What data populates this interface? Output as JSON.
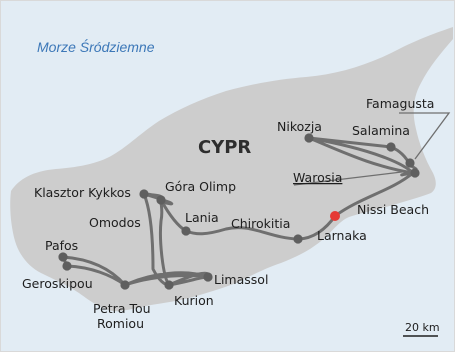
{
  "map": {
    "sea_label": "Morze Śródziemne",
    "country_label": "CYPR",
    "scale_label": "20 km",
    "colors": {
      "sea": "#e2ecf4",
      "land": "#cdcdcd",
      "route": "#6f6f6f",
      "stop": "#5f5f5f",
      "start": "#e53935",
      "sea_text": "#3d78b8"
    },
    "places": [
      {
        "id": "nikozja",
        "label": "Nikozja"
      },
      {
        "id": "famagusta",
        "label": "Famagusta"
      },
      {
        "id": "salamina",
        "label": "Salamina"
      },
      {
        "id": "warosia",
        "label": "Warosia"
      },
      {
        "id": "nissi",
        "label": "Nissi Beach"
      },
      {
        "id": "larnaka",
        "label": "Larnaka"
      },
      {
        "id": "chirokitia",
        "label": "Chirokitia"
      },
      {
        "id": "kykkos",
        "label": "Klasztor Kykkos"
      },
      {
        "id": "olimp",
        "label": "Góra Olimp"
      },
      {
        "id": "lania",
        "label": "Lania"
      },
      {
        "id": "omodos",
        "label": "Omodos"
      },
      {
        "id": "pafos",
        "label": "Pafos"
      },
      {
        "id": "geroskipou",
        "label": "Geroskipou"
      },
      {
        "id": "petra",
        "label": "Petra Tou Romiou"
      },
      {
        "id": "kurion",
        "label": "Kurion"
      },
      {
        "id": "limassol",
        "label": "Limassol"
      }
    ]
  }
}
